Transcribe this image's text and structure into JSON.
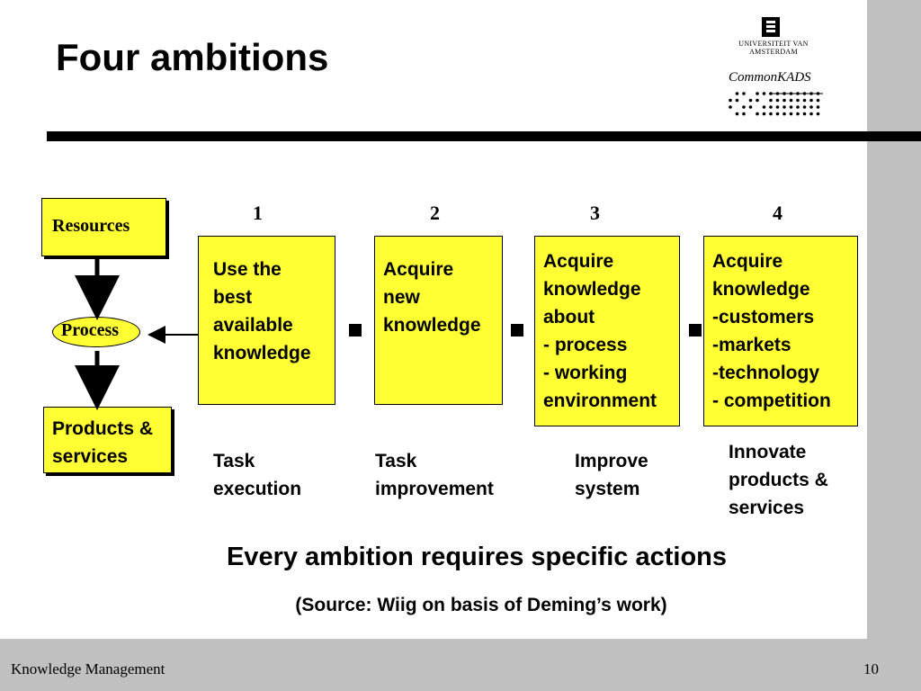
{
  "slide": {
    "title": "Four ambitions",
    "footer_left": "Knowledge Management",
    "page_number": "10"
  },
  "logos": {
    "university": "Universiteit van Amsterdam",
    "commonkads": "CommonKADS"
  },
  "diagram": {
    "resources": "Resources",
    "process": "Process",
    "products": "Products &\nservices",
    "ambitions": [
      {
        "number": "1",
        "text": "Use the\nbest\navailable\nknowledge",
        "outcome": "Task\nexecution"
      },
      {
        "number": "2",
        "text": "Acquire\nnew\nknowledge",
        "outcome": "Task\nimprovement"
      },
      {
        "number": "3",
        "text": "Acquire\nknowledge\nabout\n- process\n- working\nenvironment",
        "outcome": "Improve\nsystem"
      },
      {
        "number": "4",
        "text": "Acquire\nknowledge\n-customers\n-markets\n-technology\n- competition",
        "outcome": "Innovate\nproducts &\nservices"
      }
    ]
  },
  "headline": "Every ambition requires specific actions",
  "source": "(Source: Wiig on basis of Deming’s work)"
}
